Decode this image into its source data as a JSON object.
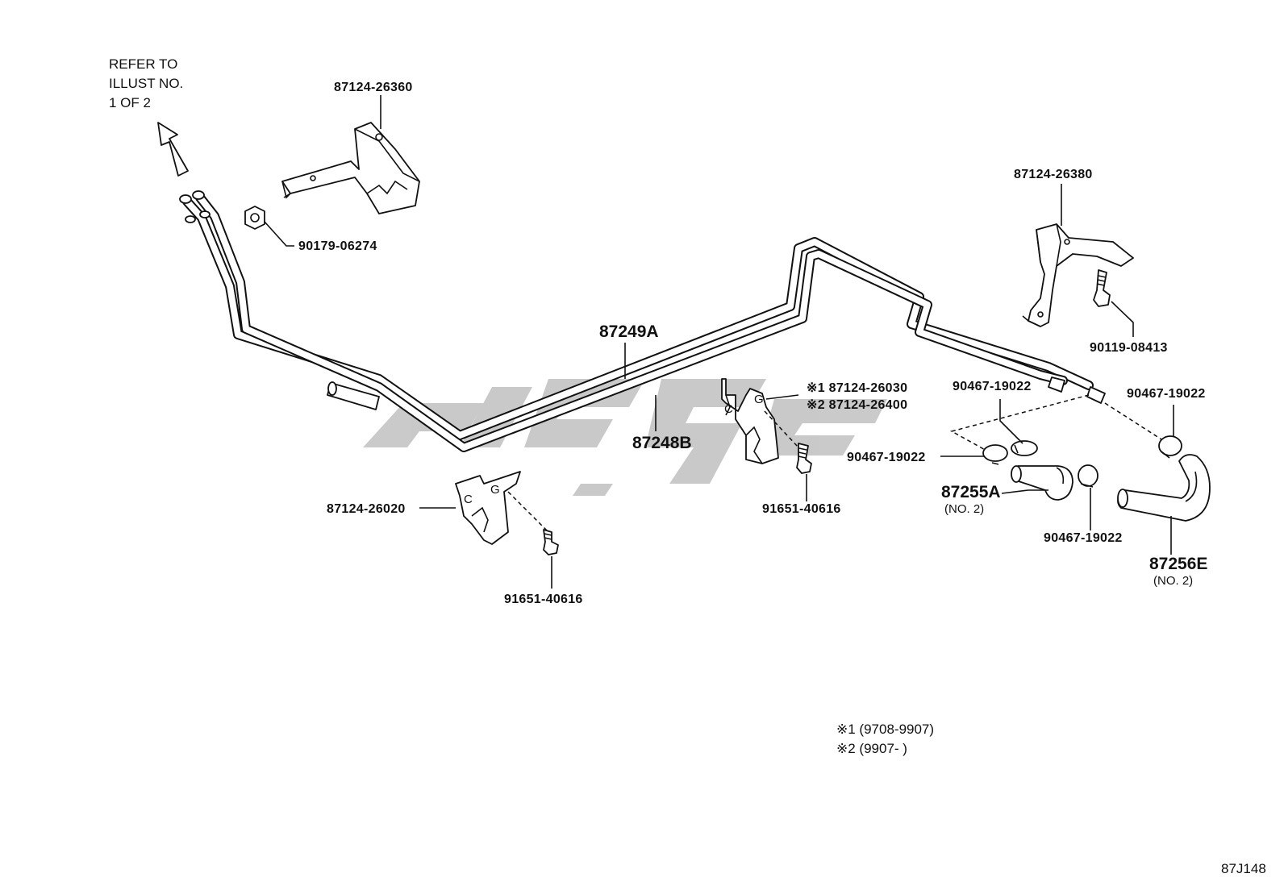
{
  "refer_note": [
    "REFER TO",
    "ILLUST NO.",
    "1 OF 2"
  ],
  "labels": {
    "p87124_26360": "87124-26360",
    "p90179_06274": "90179-06274",
    "p87249A": "87249A",
    "p87248B": "87248B",
    "p87124_26030": "※1  87124-26030",
    "p87124_26400": "※2  87124-26400",
    "p87124_26380": "87124-26380",
    "p90119_08413": "90119-08413",
    "p90467_19022_a": "90467-19022",
    "p90467_19022_b": "90467-19022",
    "p90467_19022_c": "90467-19022",
    "p90467_19022_d": "90467-19022",
    "p87255A": "87255A",
    "p87255A_sub": "(NO. 2)",
    "p87256E": "87256E",
    "p87256E_sub": "(NO. 2)",
    "p91651_40616_a": "91651-40616",
    "p91651_40616_b": "91651-40616",
    "p87124_26020": "87124-26020"
  },
  "footnotes": [
    "※1 (9708-9907)",
    "※2 (9907-    )"
  ],
  "diagram_id": "87J148"
}
